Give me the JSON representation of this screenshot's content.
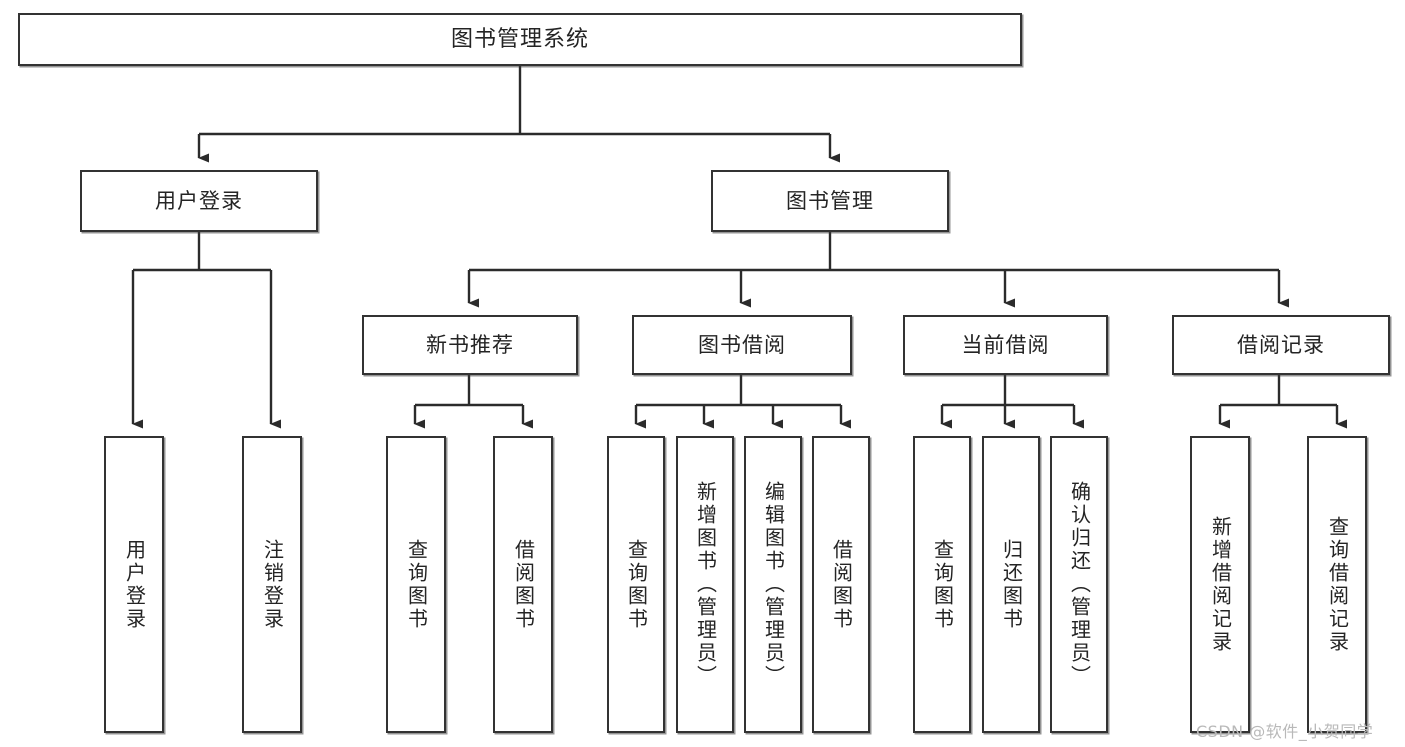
{
  "diagram": {
    "title": "图书管理系统",
    "type": "hierarchy-tree",
    "levels": 4,
    "nodes": {
      "root": {
        "label": "图书管理系统"
      },
      "level2": [
        {
          "id": "user-login",
          "label": "用户登录"
        },
        {
          "id": "book-management",
          "label": "图书管理"
        }
      ],
      "level3": [
        {
          "id": "new-book-recommend",
          "label": "新书推荐"
        },
        {
          "id": "book-borrow",
          "label": "图书借阅"
        },
        {
          "id": "current-borrow",
          "label": "当前借阅"
        },
        {
          "id": "borrow-record",
          "label": "借阅记录"
        }
      ],
      "leaves": {
        "user-login": [
          {
            "id": "leaf-user-login",
            "label": "用户登录"
          },
          {
            "id": "leaf-logout-login",
            "label": "注销登录"
          }
        ],
        "new-book-recommend": [
          {
            "id": "leaf-query-book-1",
            "label": "查询图书"
          },
          {
            "id": "leaf-borrow-book-1",
            "label": "借阅图书"
          }
        ],
        "book-borrow": [
          {
            "id": "leaf-query-book-2",
            "label": "查询图书"
          },
          {
            "id": "leaf-add-book",
            "label": "新增图书（管理员）"
          },
          {
            "id": "leaf-edit-book",
            "label": "编辑图书（管理员）"
          },
          {
            "id": "leaf-borrow-book-2",
            "label": "借阅图书"
          }
        ],
        "current-borrow": [
          {
            "id": "leaf-query-book-3",
            "label": "查询图书"
          },
          {
            "id": "leaf-return-book",
            "label": "归还图书"
          },
          {
            "id": "leaf-confirm-return",
            "label": "确认归还（管理员）"
          }
        ],
        "borrow-record": [
          {
            "id": "leaf-add-record",
            "label": "新增借阅记录"
          },
          {
            "id": "leaf-query-record",
            "label": "查询借阅记录"
          }
        ]
      }
    },
    "colors": {
      "stroke": "#333333",
      "fill": "#ffffff",
      "text": "#242424",
      "watermark": "#b9b9b9"
    }
  },
  "watermark": {
    "text": "CSDN @软件_小贺同学"
  }
}
